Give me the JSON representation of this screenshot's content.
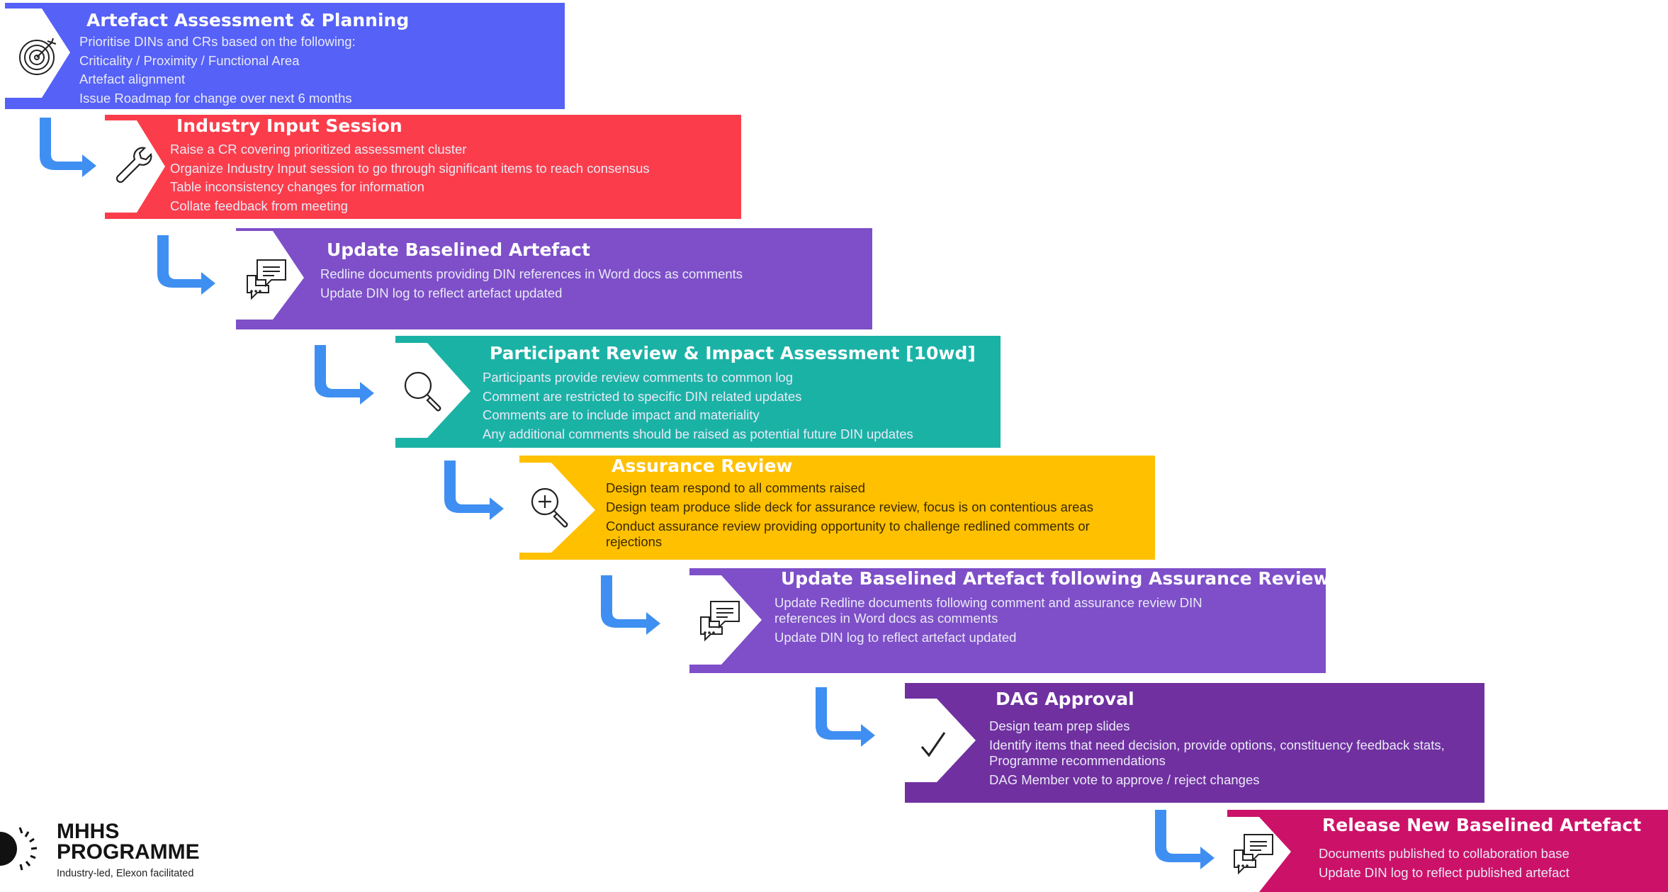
{
  "colors": {
    "arrow": "#3f8ff2",
    "step1": "#5561f7",
    "step2": "#fb3d4b",
    "step3": "#7e4fc8",
    "step4": "#1bb2a6",
    "step5": "#ffc000",
    "step6": "#7e4fc8",
    "step7": "#7030a0",
    "step8": "#cc1168"
  },
  "steps": [
    {
      "title": "Artefact Assessment & Planning",
      "icon": "target-icon",
      "bullets": [
        "Prioritise DINs and CRs based on the following:",
        "Criticality / Proximity / Functional Area",
        "Artefact alignment",
        "Issue Roadmap for change over next 6 months"
      ]
    },
    {
      "title": "Industry Input Session",
      "icon": "wrench-icon",
      "bullets": [
        "Raise a CR covering prioritized assessment cluster",
        "Organize Industry Input session to go through significant items to reach consensus",
        "Table inconsistency changes for information",
        "Collate feedback from meeting"
      ]
    },
    {
      "title": "Update Baselined Artefact",
      "icon": "chat-bubbles-icon",
      "bullets": [
        "Redline documents providing DIN references in Word docs as comments",
        "Update DIN log to reflect artefact updated"
      ]
    },
    {
      "title": "Participant Review & Impact Assessment [10wd]",
      "icon": "magnifier-icon",
      "bullets": [
        "Participants provide review comments to common log",
        "Comment are restricted to specific DIN related updates",
        "Comments are to include impact and materiality",
        "Any additional comments should be raised as potential future DIN updates"
      ]
    },
    {
      "title": "Assurance Review",
      "icon": "zoom-in-icon",
      "bullets": [
        "Design team respond to all comments raised",
        "Design team produce slide deck for assurance review, focus is on contentious areas",
        "Conduct assurance review providing opportunity to challenge redlined comments or rejections"
      ]
    },
    {
      "title": "Update Baselined Artefact following Assurance Review",
      "icon": "chat-bubbles-icon",
      "bullets": [
        "Update Redline documents following comment and assurance review DIN references in Word docs as comments",
        "Update DIN log to reflect artefact updated"
      ]
    },
    {
      "title": "DAG Approval",
      "icon": "checkmark-icon",
      "bullets": [
        "Design team prep slides",
        "Identify items that need decision, provide options, constituency feedback stats, Programme recommendations",
        "DAG Member vote to approve / reject changes"
      ]
    },
    {
      "title": "Release New Baselined Artefact",
      "icon": "chat-bubbles-icon",
      "bullets": [
        "Documents published to collaboration base",
        "Update DIN log to reflect published artefact"
      ]
    }
  ],
  "logo": {
    "line1": "MHHS",
    "line2": "PROGRAMME",
    "tagline": "Industry-led, Elexon facilitated"
  }
}
